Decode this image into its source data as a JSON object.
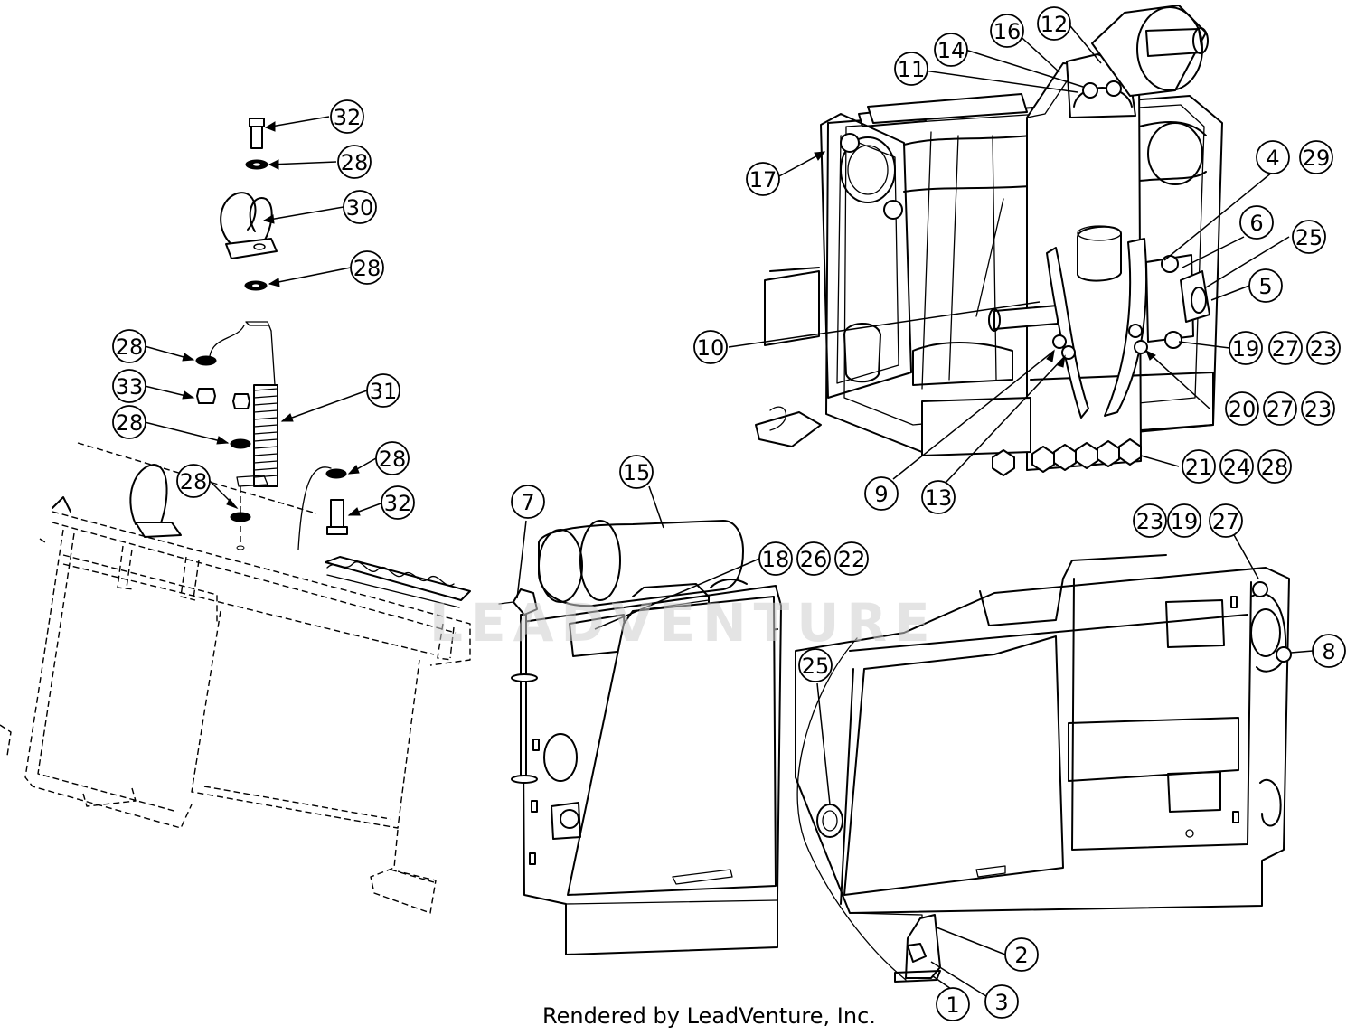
{
  "credit": "Rendered by LeadVenture, Inc.",
  "watermark": "LEADVENTURE",
  "callouts": [
    {
      "id": "c32a",
      "label": "32"
    },
    {
      "id": "c28a",
      "label": "28"
    },
    {
      "id": "c30",
      "label": "30"
    },
    {
      "id": "c28b",
      "label": "28"
    },
    {
      "id": "c28c",
      "label": "28"
    },
    {
      "id": "c33",
      "label": "33"
    },
    {
      "id": "c31",
      "label": "31"
    },
    {
      "id": "c28d",
      "label": "28"
    },
    {
      "id": "c28e",
      "label": "28"
    },
    {
      "id": "c28f",
      "label": "28"
    },
    {
      "id": "c32b",
      "label": "32"
    },
    {
      "id": "c16",
      "label": "16"
    },
    {
      "id": "c12",
      "label": "12"
    },
    {
      "id": "c14",
      "label": "14"
    },
    {
      "id": "c11",
      "label": "11"
    },
    {
      "id": "c17",
      "label": "17"
    },
    {
      "id": "c4",
      "label": "4"
    },
    {
      "id": "c29",
      "label": "29"
    },
    {
      "id": "c6",
      "label": "6"
    },
    {
      "id": "c25a",
      "label": "25"
    },
    {
      "id": "c5",
      "label": "5"
    },
    {
      "id": "c10",
      "label": "10"
    },
    {
      "id": "c19a",
      "label": "19"
    },
    {
      "id": "c27a",
      "label": "27"
    },
    {
      "id": "c23a",
      "label": "23"
    },
    {
      "id": "c20",
      "label": "20"
    },
    {
      "id": "c27b",
      "label": "27"
    },
    {
      "id": "c23b",
      "label": "23"
    },
    {
      "id": "c21",
      "label": "21"
    },
    {
      "id": "c24",
      "label": "24"
    },
    {
      "id": "c28g",
      "label": "28"
    },
    {
      "id": "c9",
      "label": "9"
    },
    {
      "id": "c13",
      "label": "13"
    },
    {
      "id": "c15",
      "label": "15"
    },
    {
      "id": "c7",
      "label": "7"
    },
    {
      "id": "c18",
      "label": "18"
    },
    {
      "id": "c26",
      "label": "26"
    },
    {
      "id": "c22",
      "label": "22"
    },
    {
      "id": "c23c",
      "label": "23"
    },
    {
      "id": "c19b",
      "label": "19"
    },
    {
      "id": "c27c",
      "label": "27"
    },
    {
      "id": "c8",
      "label": "8"
    },
    {
      "id": "c25b",
      "label": "25"
    },
    {
      "id": "c2",
      "label": "2"
    },
    {
      "id": "c1",
      "label": "1"
    },
    {
      "id": "c3",
      "label": "3"
    }
  ]
}
